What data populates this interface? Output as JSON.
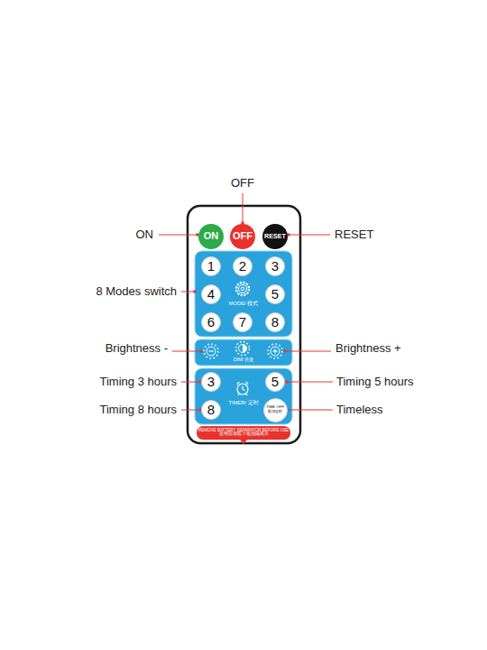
{
  "diagram": {
    "nodes": [
      {
        "text": [
          "ON"
        ]
      },
      {
        "text": [
          "OFF"
        ]
      },
      {
        "text": [
          "RESET"
        ]
      },
      {
        "text": [
          "MODE/ 模式"
        ]
      },
      {
        "text": [
          "1"
        ],
        "in": 3
      },
      {
        "text": [
          "2"
        ],
        "in": 3
      },
      {
        "text": [
          "3"
        ],
        "in": 3
      },
      {
        "text": [
          "4"
        ],
        "in": 3
      },
      {
        "text": [
          "5"
        ],
        "in": 3
      },
      {
        "text": [
          "6"
        ],
        "in": 3
      },
      {
        "text": [
          "7"
        ],
        "in": 3
      },
      {
        "text": [
          "8"
        ],
        "in": 3
      },
      {
        "text": [
          "DIM/ 亮度"
        ]
      },
      {
        "text": [
          "TIMER/ 定时"
        ]
      },
      {
        "text": [
          "3"
        ],
        "in": 13
      },
      {
        "text": [
          "5"
        ],
        "in": 13
      },
      {
        "text": [
          "8"
        ],
        "in": 13
      },
      {
        "text": [
          "TIME OFF 取消定时"
        ],
        "in": 13
      },
      {
        "text": [
          "REMOVE BATTERY SEPARATOR BEFORE USE",
          "使用前请取下电池隔离片"
        ]
      }
    ],
    "labels": [
      "OFF",
      "ON",
      "RESET",
      "8 Modes switch",
      "Brightness -",
      "Brightness +",
      "Timing 3 hours",
      "Timing 5 hours",
      "Timing 8 hours",
      "Timeless"
    ]
  }
}
